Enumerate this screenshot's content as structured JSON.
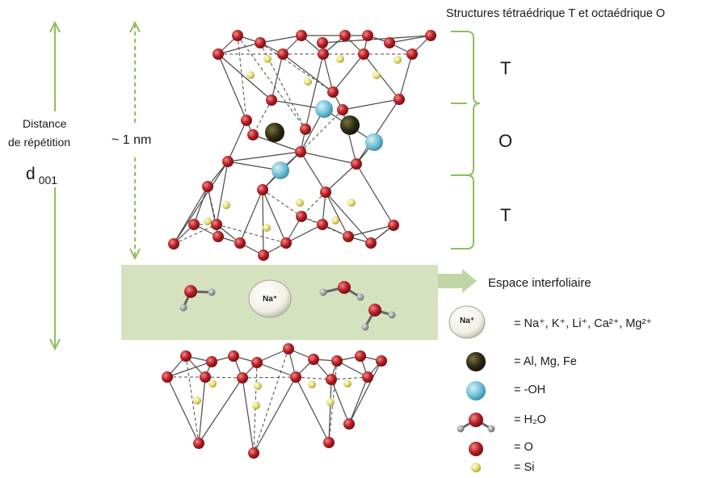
{
  "title": "Structures tétraédrique T et octaédrique O",
  "distance_label_line1": "Distance",
  "distance_label_line2": "de répétition",
  "d_symbol": "d",
  "d_subscript": "001",
  "nm_label": "~ 1 nm",
  "layers": {
    "t_top": "T",
    "o_mid": "O",
    "t_bottom": "T"
  },
  "interlayer_label": "Espace interfoliaire",
  "cation_label": "Na⁺",
  "legend": {
    "cations": "= Na⁺, K⁺, Li⁺, Ca²⁺, Mg²⁺",
    "octahedral": "= Al, Mg, Fe",
    "hydroxyl": "= -OH",
    "water": "= H₂O",
    "oxygen": "= O",
    "silicon": "= Si"
  },
  "colors": {
    "oxygen": "#b01f22",
    "silicon": "#e0d96a",
    "octahedral_cation": "#2e2a12",
    "hydroxyl": "#6fbfd6",
    "interlayer_fill": "#d4e2bf",
    "bracket_green": "#8cc05c",
    "arrow_green": "#9bc36e",
    "bond": "#555555"
  }
}
